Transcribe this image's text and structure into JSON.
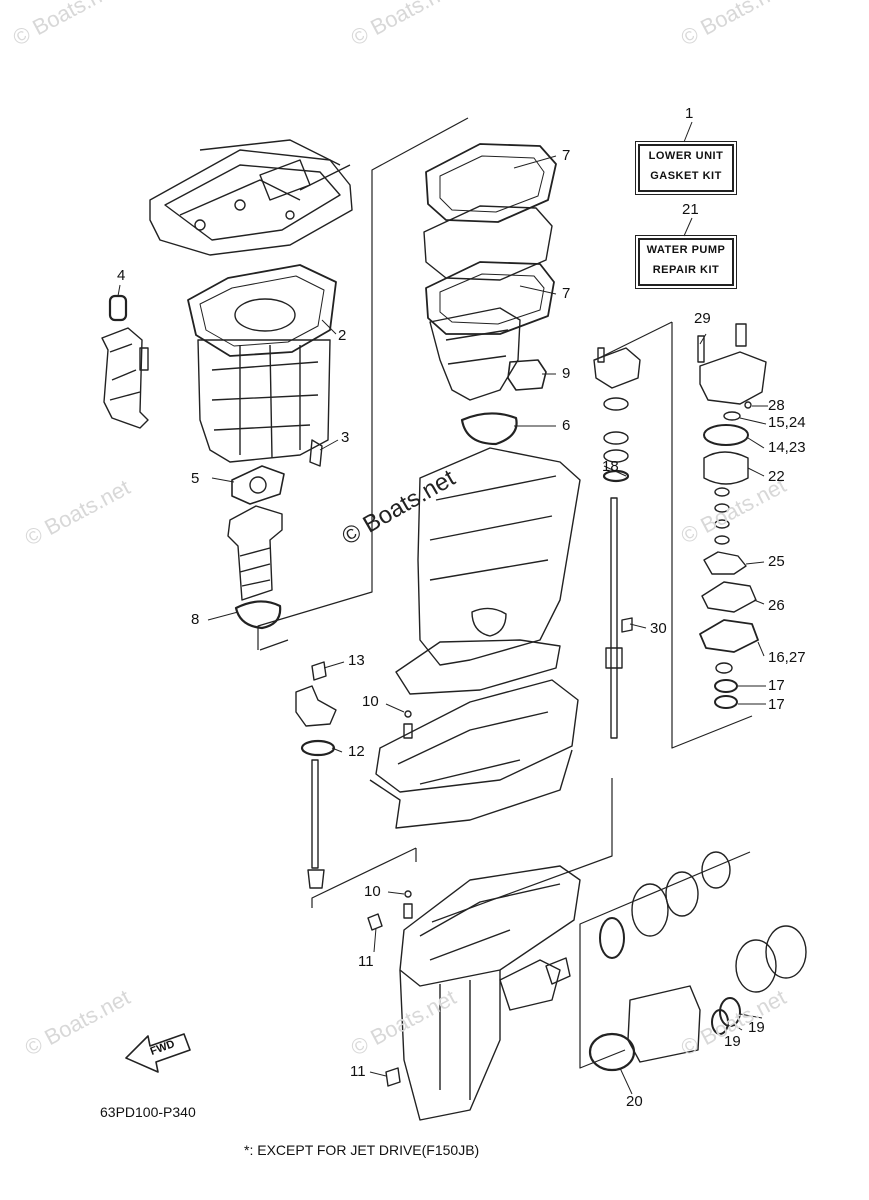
{
  "watermark": "© Boats.net",
  "kits": [
    {
      "number": "1",
      "line1": "LOWER UNIT",
      "line2": "GASKET KIT"
    },
    {
      "number": "21",
      "line1": "WATER PUMP",
      "line2": "REPAIR KIT"
    }
  ],
  "callouts": [
    "2",
    "3",
    "4",
    "5",
    "6",
    "7",
    "7",
    "8",
    "9",
    "10",
    "10",
    "11",
    "11",
    "12",
    "13",
    "14,23",
    "15,24",
    "16,27",
    "17",
    "17",
    "18",
    "19",
    "19",
    "20",
    "22",
    "25",
    "26",
    "28",
    "29",
    "30"
  ],
  "fwd_label": "FWD",
  "diagram_code": "63PD100-P340",
  "footnote": "*: EXCEPT FOR JET DRIVE(F150JB)"
}
